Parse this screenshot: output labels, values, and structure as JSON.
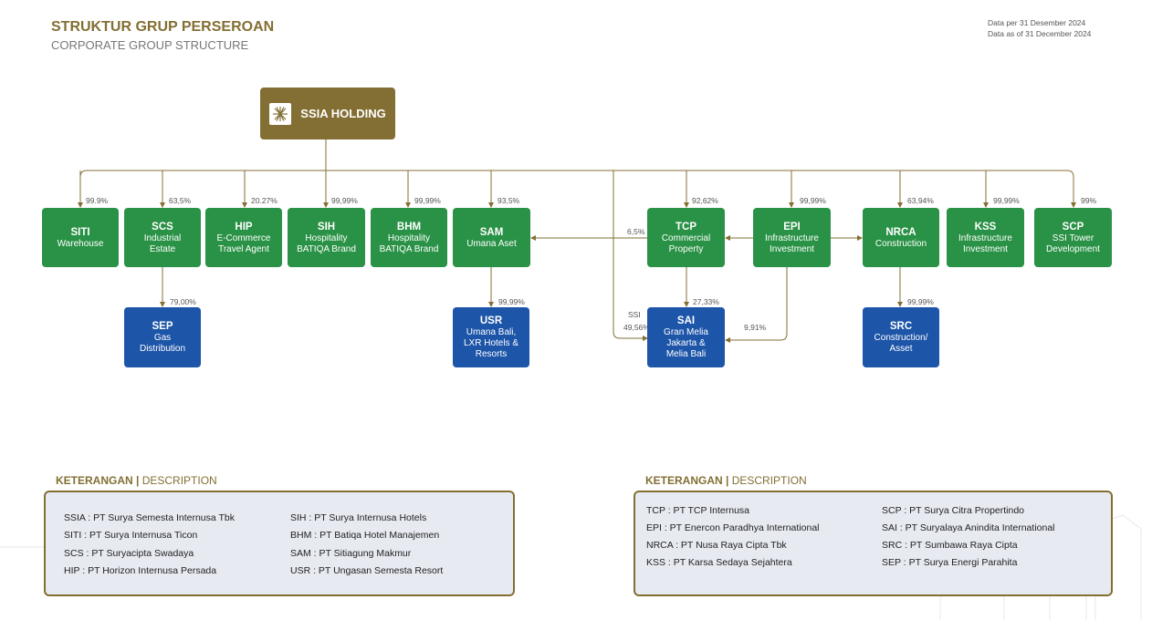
{
  "header": {
    "title": "STRUKTUR GRUP PERSEROAN",
    "subtitle": "CORPORATE GROUP STRUCTURE",
    "date_id": "Data per 31 Desember 2024",
    "date_en": "Data as of 31 December 2024"
  },
  "holding": {
    "label": "SSIA HOLDING"
  },
  "nodes": {
    "siti": {
      "code": "SITI",
      "desc": "Warehouse",
      "pct": "99.9%"
    },
    "scs": {
      "code": "SCS",
      "desc1": "Industrial",
      "desc2": "Estate",
      "pct": "63,5%"
    },
    "hip": {
      "code": "HIP",
      "desc1": "E-Commerce",
      "desc2": "Travel Agent",
      "pct": "20.27%"
    },
    "sih": {
      "code": "SIH",
      "desc1": "Hospitality",
      "desc2": "BATIQA Brand",
      "pct": "99,99%"
    },
    "bhm": {
      "code": "BHM",
      "desc1": "Hospitality",
      "desc2": "BATIQA Brand",
      "pct": "99,99%"
    },
    "sam": {
      "code": "SAM",
      "desc": "Umana Aset",
      "pct": "93,5%"
    },
    "tcp": {
      "code": "TCP",
      "desc1": "Commercial",
      "desc2": "Property",
      "pct": "92,62%"
    },
    "epi": {
      "code": "EPI",
      "desc1": "Infrastructure",
      "desc2": "Investment",
      "pct": "99,99%"
    },
    "nrca": {
      "code": "NRCA",
      "desc": "Construction",
      "pct": "63,94%"
    },
    "kss": {
      "code": "KSS",
      "desc1": "Infrastructure",
      "desc2": "Investment",
      "pct": "99,99%"
    },
    "scp": {
      "code": "SCP",
      "desc1": "SSI Tower",
      "desc2": "Development",
      "pct": "99%"
    },
    "sep": {
      "code": "SEP",
      "desc1": "Gas",
      "desc2": "Distribution",
      "pct": "79,00%"
    },
    "usr": {
      "code": "USR",
      "desc1": "Umana Bali,",
      "desc2": "LXR Hotels &",
      "desc3": "Resorts",
      "pct": "99,99%"
    },
    "sai": {
      "code": "SAI",
      "desc1": "Gran Melia",
      "desc2": "Jakarta &",
      "desc3": "Melia Bali",
      "pct_tcp": "27,33%",
      "pct_ssi_label": "SSI",
      "pct_ssi": "49,56%",
      "pct_epi": "9,91%"
    },
    "src": {
      "code": "SRC",
      "desc1": "Construction/",
      "desc2": "Asset",
      "pct": "99,99%"
    },
    "tcp_to_sam_pct": "6,5%"
  },
  "legend_left": {
    "head_bold": "KETERANGAN |",
    "head_desc": " DESCRIPTION",
    "items": [
      "SSIA    : PT Surya Semesta Internusa Tbk",
      "SITI     : PT Surya Internusa Ticon",
      "SCS     : PT Suryacipta Swadaya",
      "HIP      : PT Horizon Internusa Persada",
      "SIH : PT Surya Internusa Hotels",
      "BHM : PT Batiqa Hotel Manajemen",
      "SAM : PT Sitiagung Makmur",
      "USR : PT Ungasan Semesta Resort"
    ]
  },
  "legend_right": {
    "head_bold": "KETERANGAN |",
    "head_desc": " DESCRIPTION",
    "items": [
      "TCP       : PT TCP Internusa",
      "EPI        : PT Enercon Paradhya International",
      "NRCA    : PT Nusa Raya Cipta Tbk",
      "KSS       : PT Karsa Sedaya Sejahtera",
      "SCP   : PT Surya Citra Propertindo",
      "SAI    : PT Suryalaya Anindita International",
      "SRC   : PT Sumbawa Raya Cipta",
      "SEP    : PT Surya Energi Parahita"
    ]
  },
  "colors": {
    "gold": "#836f33",
    "green": "#2a9246",
    "blue": "#1d55a8"
  }
}
